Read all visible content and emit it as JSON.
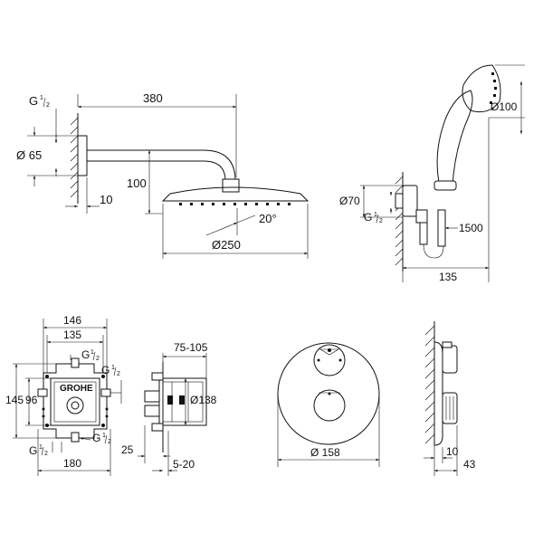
{
  "dimensions": {
    "shower_arm_length": "380",
    "thread": "G",
    "thread_frac_num": "1",
    "thread_frac_den": "2",
    "flange_diameter": "Ø 65",
    "wall_offset": "10",
    "arm_height": "100",
    "head_angle": "20°",
    "head_diameter": "Ø250",
    "hand_shower_diameter": "Ø100",
    "holder_diameter": "Ø70",
    "hose_length": "1500",
    "holder_projection": "135",
    "box_width_outer": "146",
    "box_width_inner": "135",
    "box_height_outer": "145",
    "box_height_inner": "96",
    "box_base_width": "180",
    "install_depth": "75-105",
    "body_diameter": "Ø138",
    "depth_25": "25",
    "depth_5_20": "5-20",
    "plate_diameter": "Ø 158",
    "handle_offset_10": "10",
    "handle_depth_43": "43"
  }
}
